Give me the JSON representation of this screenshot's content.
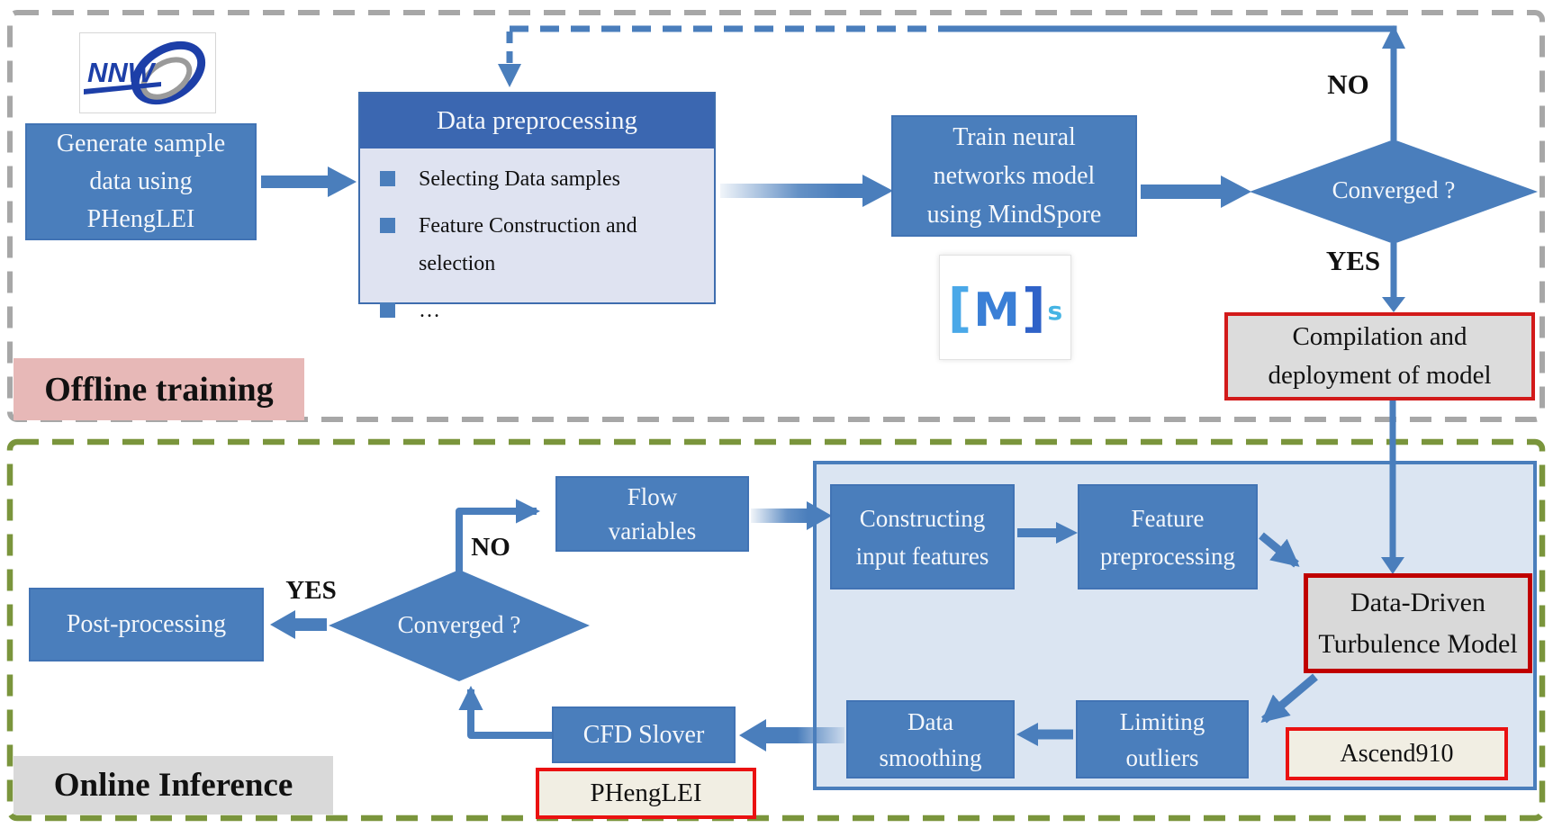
{
  "regions": {
    "offline": {
      "label": "Offline training"
    },
    "online": {
      "label": "Online Inference"
    }
  },
  "offline": {
    "nnw_logo": {
      "text": "NNW"
    },
    "generate_box": {
      "lines": [
        "Generate sample",
        "data using",
        "PHengLEI"
      ]
    },
    "preprocessing_box": {
      "title": "Data preprocessing",
      "items": [
        "Selecting Data samples",
        "Feature Construction and selection",
        "…"
      ]
    },
    "train_box": {
      "lines": [
        "Train neural",
        "networks model",
        "using MindSpore"
      ]
    },
    "mindspore_logo": {
      "bracket_left": "[",
      "letter": "M",
      "bracket_right": "]",
      "superscript": "s"
    },
    "converged_diamond": {
      "label": "Converged ?"
    },
    "no_label": "NO",
    "yes_label": "YES",
    "compilation_box": {
      "lines": [
        "Compilation and",
        "deployment of model"
      ]
    }
  },
  "online": {
    "flow_variables_box": {
      "lines": [
        "Flow",
        "variables"
      ]
    },
    "constructing_box": {
      "lines": [
        "Constructing",
        "input features"
      ]
    },
    "feature_box": {
      "lines": [
        "Feature",
        "preprocessing"
      ]
    },
    "data_driven_box": {
      "lines": [
        "Data-Driven",
        "Turbulence Model"
      ]
    },
    "limiting_box": {
      "lines": [
        "Limiting",
        "outliers"
      ]
    },
    "smoothing_box": {
      "lines": [
        "Data",
        "smoothing"
      ]
    },
    "cfd_box": {
      "label": "CFD Slover"
    },
    "phenglei_box": {
      "label": "PHengLEI"
    },
    "ascend_box": {
      "label": "Ascend910"
    },
    "post_processing_box": {
      "label": "Post-processing"
    },
    "converged_diamond": {
      "label": "Converged ?"
    },
    "no_label": "NO",
    "yes_label": "YES"
  },
  "colors": {
    "node_blue": "#4a7ebc",
    "header_blue": "#3b67b1",
    "panel_blue": "#dbe5f2",
    "list_bg": "#dfe3f1",
    "red_border_bright": "#ea1111",
    "red_border_dark": "#c00000",
    "gray_fill": "#d9d9d9",
    "cream_fill": "#f1eee3",
    "offline_label_pink": "#e7b8b7",
    "online_label_gray": "#d9d9d9",
    "offline_border_gray": "#a7a7a7",
    "online_border_green": "#7a953c",
    "nnw_blue": "#1d3fa8",
    "mindspore_blue": "#3a7fd6"
  }
}
